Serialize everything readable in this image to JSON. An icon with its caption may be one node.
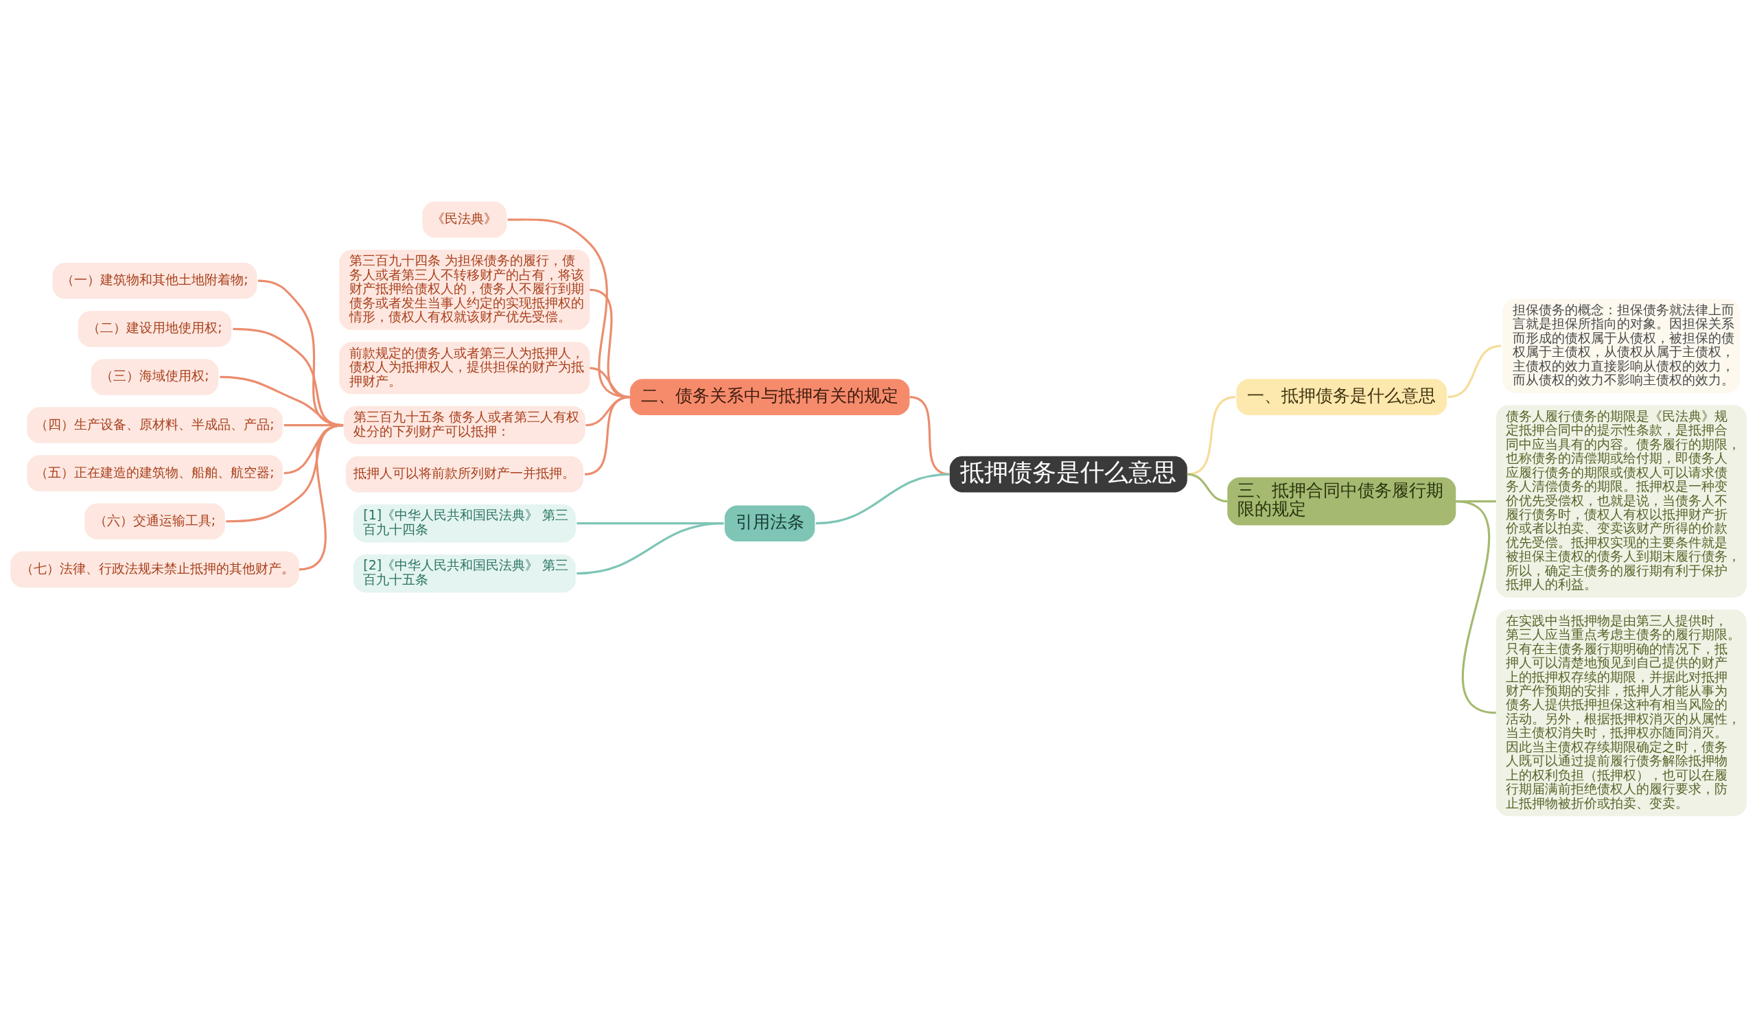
{
  "diagram": {
    "nodes": [
      {
        "text": [
          "抵押债务是什么意思"
        ]
      },
      {
        "text": [
          "二、债务关系中与抵押有关的规定"
        ]
      },
      {
        "text": [
          "《民法典》"
        ]
      },
      {
        "text": [
          "第三百九十四条 为担保债务的履行，债务人或者第三人不转移财产的占有，将该财产抵押给债权人的，债务人不履行到期债务或者发生当事人约定的实现抵押权的情形，债权人有权就该财产优先受偿。"
        ]
      },
      {
        "text": [
          "前款规定的债务人或者第三人为抵押人，债权人为抵押权人，提供担保的财产为抵押财产。"
        ]
      },
      {
        "text": [
          "第三百九十五条 债务人或者第三人有权处分的下列财产可以抵押："
        ]
      },
      {
        "text": [
          "（一）建筑物和其他土地附着物;"
        ]
      },
      {
        "text": [
          "（二）建设用地使用权;"
        ]
      },
      {
        "text": [
          "（三）海域使用权;"
        ]
      },
      {
        "text": [
          "（四）生产设备、原材料、半成品、产品;"
        ]
      },
      {
        "text": [
          "（五）正在建造的建筑物、船舶、航空器;"
        ]
      },
      {
        "text": [
          "（六）交通运输工具;"
        ]
      },
      {
        "text": [
          "（七）法律、行政法规未禁止抵押的其他财产。"
        ]
      },
      {
        "text": [
          "抵押人可以将前款所列财产一并抵押。"
        ]
      },
      {
        "text": [
          "引用法条"
        ]
      },
      {
        "text": [
          "[1]《中华人民共和国民法典》 第三百九十四条"
        ]
      },
      {
        "text": [
          "[2]《中华人民共和国民法典》 第三百九十五条"
        ]
      },
      {
        "text": [
          "一、抵押债务是什么意思"
        ]
      },
      {
        "text": [
          "担保债务的概念：担保债务就法律上而言就是担保所指向的对象。因担保关系而形成的债权属于从债权，被担保的债权属于主债权，从债权从属于主债权，主债权的效力直接影响从债权的效力，而从债权的效力不影响主债权的效力。"
        ]
      },
      {
        "text": [
          "三、抵押合同中债务履行期限的规定"
        ]
      },
      {
        "text": [
          "债务人履行债务的期限是《民法典》规定抵押合同中的提示性条款，是抵押合同中应当具有的内容。债务履行的期限，也称债务的清偿期或给付期，即债务人应履行债务的期限或债权人可以请求债务人清偿债务的期限。抵押权是一种变价优先受偿权，也就是说，当债务人不履行债务时，债权人有权以抵押财产折价或者以拍卖、变卖该财产所得的价款优先受偿。抵押权实现的主要条件就是被担保主债权的债务人到期末履行债务，所以，确定主债务的履行期有利于保护抵押人的利益。"
        ]
      },
      {
        "text": [
          "在实践中当抵押物是由第三人提供时，第三人应当重点考虑主债务的履行期限。只有在主债务履行期明确的情况下，抵押人可以清楚地预见到自己提供的财产上的抵押权存续的期限，并据此对抵押财产作预期的安排，抵押人才能从事为债务人提供抵押担保这种有相当风险的活动。另外，根据抵押权消灭的从属性，当主债权消失时，抵押权亦随同消灭。因此当主债权存续期限确定之时，债务人既可以通过提前履行债务解除抵押物上的权利负担（抵押权），也可以在履行期届满前拒绝债权人的履行要求，防止抵押物被折价或拍卖、变卖。"
        ]
      }
    ],
    "edges": [
      {
        "from": 0,
        "to": 1,
        "arrow": "none"
      },
      {
        "from": 1,
        "to": 2,
        "arrow": "none"
      },
      {
        "from": 1,
        "to": 3,
        "arrow": "none"
      },
      {
        "from": 1,
        "to": 4,
        "arrow": "none"
      },
      {
        "from": 1,
        "to": 5,
        "arrow": "none"
      },
      {
        "from": 5,
        "to": 6,
        "arrow": "none"
      },
      {
        "from": 5,
        "to": 7,
        "arrow": "none"
      },
      {
        "from": 5,
        "to": 8,
        "arrow": "none"
      },
      {
        "from": 5,
        "to": 9,
        "arrow": "none"
      },
      {
        "from": 5,
        "to": 10,
        "arrow": "none"
      },
      {
        "from": 5,
        "to": 11,
        "arrow": "none"
      },
      {
        "from": 5,
        "to": 12,
        "arrow": "none"
      },
      {
        "from": 1,
        "to": 13,
        "arrow": "none"
      },
      {
        "from": 0,
        "to": 14,
        "arrow": "none",
        "color": "#7ec5b6"
      },
      {
        "from": 14,
        "to": 15,
        "arrow": "none",
        "color": "#7ec5b6"
      },
      {
        "from": 14,
        "to": 16,
        "arrow": "none",
        "color": "#7ec5b6"
      },
      {
        "from": 0,
        "to": 17,
        "arrow": "none",
        "color": "#f7dc98"
      },
      {
        "from": 17,
        "to": 18,
        "arrow": "none",
        "color": "#f7dc98"
      },
      {
        "from": 0,
        "to": 19,
        "arrow": "none",
        "color": "#a5ba70"
      },
      {
        "from": 19,
        "to": 20,
        "arrow": "none",
        "color": "#a5ba70"
      },
      {
        "from": 19,
        "to": 21,
        "arrow": "none",
        "color": "#a5ba70"
      }
    ]
  }
}
